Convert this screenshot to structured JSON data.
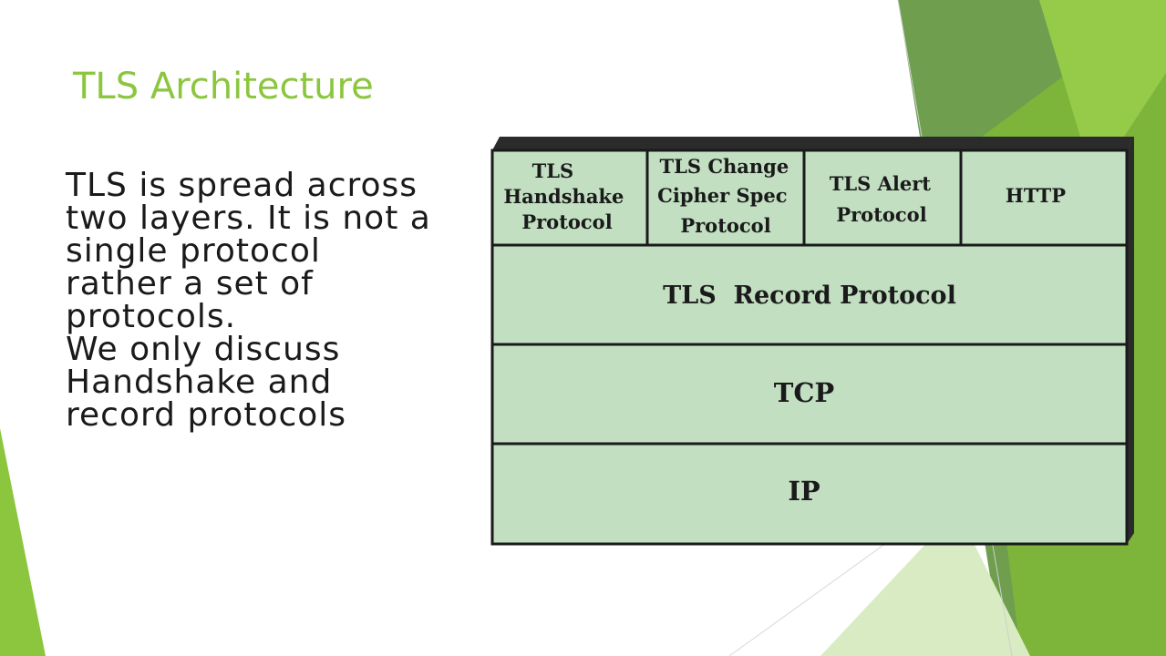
{
  "slide": {
    "title": "TLS Architecture",
    "body_lines": [
      "TLS is spread across",
      "two layers. It is not a",
      "single protocol",
      "rather a set of",
      "protocols.",
      "We only discuss",
      "Handshake and",
      "record protocols"
    ]
  },
  "diagram": {
    "top_row": [
      {
        "lines": [
          "TLS",
          "Handshake",
          "Protocol"
        ]
      },
      {
        "lines": [
          "TLS Change",
          "Cipher Spec",
          "Protocol"
        ]
      },
      {
        "lines": [
          "TLS Alert",
          "Protocol"
        ]
      },
      {
        "lines": [
          "HTTP"
        ]
      }
    ],
    "layers": [
      {
        "label": "TLS  Record Protocol"
      },
      {
        "label": "TCP"
      },
      {
        "label": "IP"
      }
    ],
    "colors": {
      "fill": "#c2dfc2",
      "side": "#2b2b2b",
      "border": "#1a1a1a"
    }
  },
  "theme": {
    "accent": "#8cc63f",
    "accent_dark": "#6a9a4a",
    "accent_mid": "#7db53a"
  }
}
